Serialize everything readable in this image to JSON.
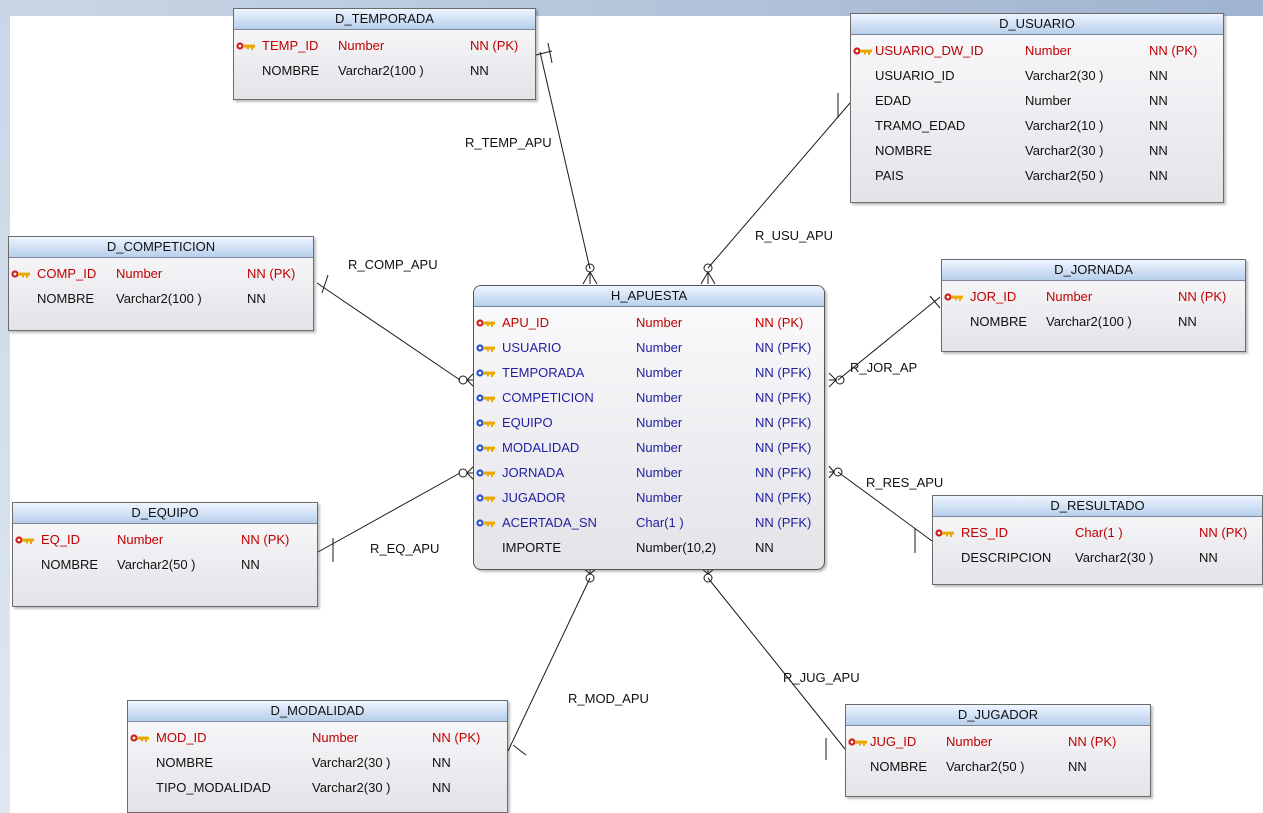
{
  "fact": {
    "name": "H_APUESTA",
    "columns": [
      {
        "name": "APU_ID",
        "type": "Number",
        "constraint": "NN (PK)",
        "key": "pk"
      },
      {
        "name": "USUARIO",
        "type": "Number",
        "constraint": "NN (PFK)",
        "key": "fk"
      },
      {
        "name": "TEMPORADA",
        "type": "Number",
        "constraint": "NN (PFK)",
        "key": "fk"
      },
      {
        "name": "COMPETICION",
        "type": "Number",
        "constraint": "NN (PFK)",
        "key": "fk"
      },
      {
        "name": "EQUIPO",
        "type": "Number",
        "constraint": "NN (PFK)",
        "key": "fk"
      },
      {
        "name": "MODALIDAD",
        "type": "Number",
        "constraint": "NN (PFK)",
        "key": "fk"
      },
      {
        "name": "JORNADA",
        "type": "Number",
        "constraint": "NN (PFK)",
        "key": "fk"
      },
      {
        "name": "JUGADOR",
        "type": "Number",
        "constraint": "NN (PFK)",
        "key": "fk"
      },
      {
        "name": "ACERTADA_SN",
        "type": "Char(1 )",
        "constraint": "NN (PFK)",
        "key": "fk"
      },
      {
        "name": "IMPORTE",
        "type": "Number(10,2)",
        "constraint": "NN",
        "key": "none"
      }
    ]
  },
  "dimensions": {
    "temporada": {
      "name": "D_TEMPORADA",
      "columns": [
        {
          "name": "TEMP_ID",
          "type": "Number",
          "constraint": "NN (PK)",
          "key": "pk"
        },
        {
          "name": "NOMBRE",
          "type": "Varchar2(100 )",
          "constraint": "NN",
          "key": "none"
        }
      ]
    },
    "usuario": {
      "name": "D_USUARIO",
      "columns": [
        {
          "name": "USUARIO_DW_ID",
          "type": "Number",
          "constraint": "NN (PK)",
          "key": "pk"
        },
        {
          "name": "USUARIO_ID",
          "type": "Varchar2(30 )",
          "constraint": "NN",
          "key": "none"
        },
        {
          "name": "EDAD",
          "type": "Number",
          "constraint": "NN",
          "key": "none"
        },
        {
          "name": "TRAMO_EDAD",
          "type": "Varchar2(10 )",
          "constraint": "NN",
          "key": "none"
        },
        {
          "name": "NOMBRE",
          "type": "Varchar2(30 )",
          "constraint": "NN",
          "key": "none"
        },
        {
          "name": "PAIS",
          "type": "Varchar2(50 )",
          "constraint": "NN",
          "key": "none"
        }
      ]
    },
    "competicion": {
      "name": "D_COMPETICION",
      "columns": [
        {
          "name": "COMP_ID",
          "type": "Number",
          "constraint": "NN (PK)",
          "key": "pk"
        },
        {
          "name": "NOMBRE",
          "type": "Varchar2(100 )",
          "constraint": "NN",
          "key": "none"
        }
      ]
    },
    "jornada": {
      "name": "D_JORNADA",
      "columns": [
        {
          "name": "JOR_ID",
          "type": "Number",
          "constraint": "NN (PK)",
          "key": "pk"
        },
        {
          "name": "NOMBRE",
          "type": "Varchar2(100 )",
          "constraint": "NN",
          "key": "none"
        }
      ]
    },
    "equipo": {
      "name": "D_EQUIPO",
      "columns": [
        {
          "name": "EQ_ID",
          "type": "Number",
          "constraint": "NN (PK)",
          "key": "pk"
        },
        {
          "name": "NOMBRE",
          "type": "Varchar2(50 )",
          "constraint": "NN",
          "key": "none"
        }
      ]
    },
    "resultado": {
      "name": "D_RESULTADO",
      "columns": [
        {
          "name": "RES_ID",
          "type": "Char(1 )",
          "constraint": "NN (PK)",
          "key": "pk"
        },
        {
          "name": "DESCRIPCION",
          "type": "Varchar2(30 )",
          "constraint": "NN",
          "key": "none"
        }
      ]
    },
    "modalidad": {
      "name": "D_MODALIDAD",
      "columns": [
        {
          "name": "MOD_ID",
          "type": "Number",
          "constraint": "NN (PK)",
          "key": "pk"
        },
        {
          "name": "NOMBRE",
          "type": "Varchar2(30 )",
          "constraint": "NN",
          "key": "none"
        },
        {
          "name": "TIPO_MODALIDAD",
          "type": "Varchar2(30 )",
          "constraint": "NN",
          "key": "none"
        }
      ]
    },
    "jugador": {
      "name": "D_JUGADOR",
      "columns": [
        {
          "name": "JUG_ID",
          "type": "Number",
          "constraint": "NN (PK)",
          "key": "pk"
        },
        {
          "name": "NOMBRE",
          "type": "Varchar2(50 )",
          "constraint": "NN",
          "key": "none"
        }
      ]
    }
  },
  "relations": {
    "temp": "R_TEMP_APU",
    "usu": "R_USU_APU",
    "comp": "R_COMP_APU",
    "jor": "R_JOR_AP",
    "eq": "R_EQ_APU",
    "res": "R_RES_APU",
    "mod": "R_MOD_APU",
    "jug": "R_JUG_APU"
  },
  "colors": {
    "pk_text": "#c00000",
    "fk_text": "#1f1fa0",
    "header_top": "#eef5ff",
    "header_bottom": "#b7cfec",
    "body_top": "#fbfbfd",
    "body_bottom": "#e3e3e8",
    "key_gold": "#e8a800",
    "key_red": "#d02020",
    "key_blue": "#2a55c8"
  }
}
